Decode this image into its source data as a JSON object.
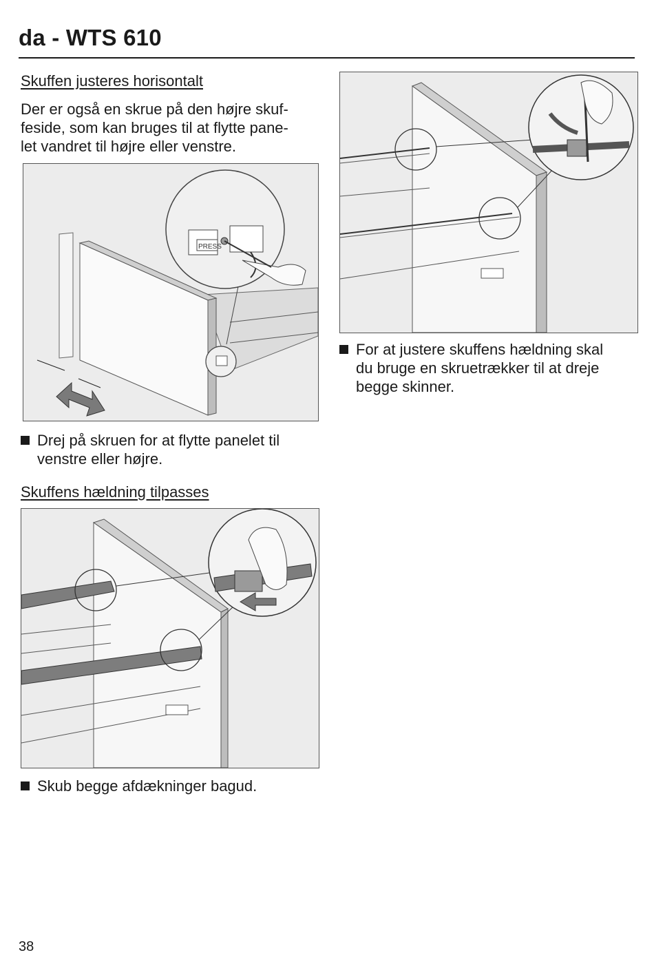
{
  "header": {
    "title": "da - WTS 610"
  },
  "section_horizontal": {
    "heading": "Skuffen justeres horisontalt",
    "paragraph_lines": [
      "Der er også en skrue på den højre skuf-",
      "feside, som kan bruges til at flytte pane-",
      "let vandret til højre eller venstre."
    ],
    "figure_label": "PRESS",
    "step": [
      "Drej på skruen for at flytte panelet til",
      "venstre eller højre."
    ]
  },
  "section_tilt": {
    "heading": "Skuffens hældning tilpasses",
    "step": "Skub begge afdækninger bagud."
  },
  "right_column": {
    "step": [
      "For at justere skuffens hældning skal",
      "du bruge en skruetrækker til at dreje",
      "begge skinner."
    ]
  },
  "footer": {
    "page_number": "38"
  }
}
